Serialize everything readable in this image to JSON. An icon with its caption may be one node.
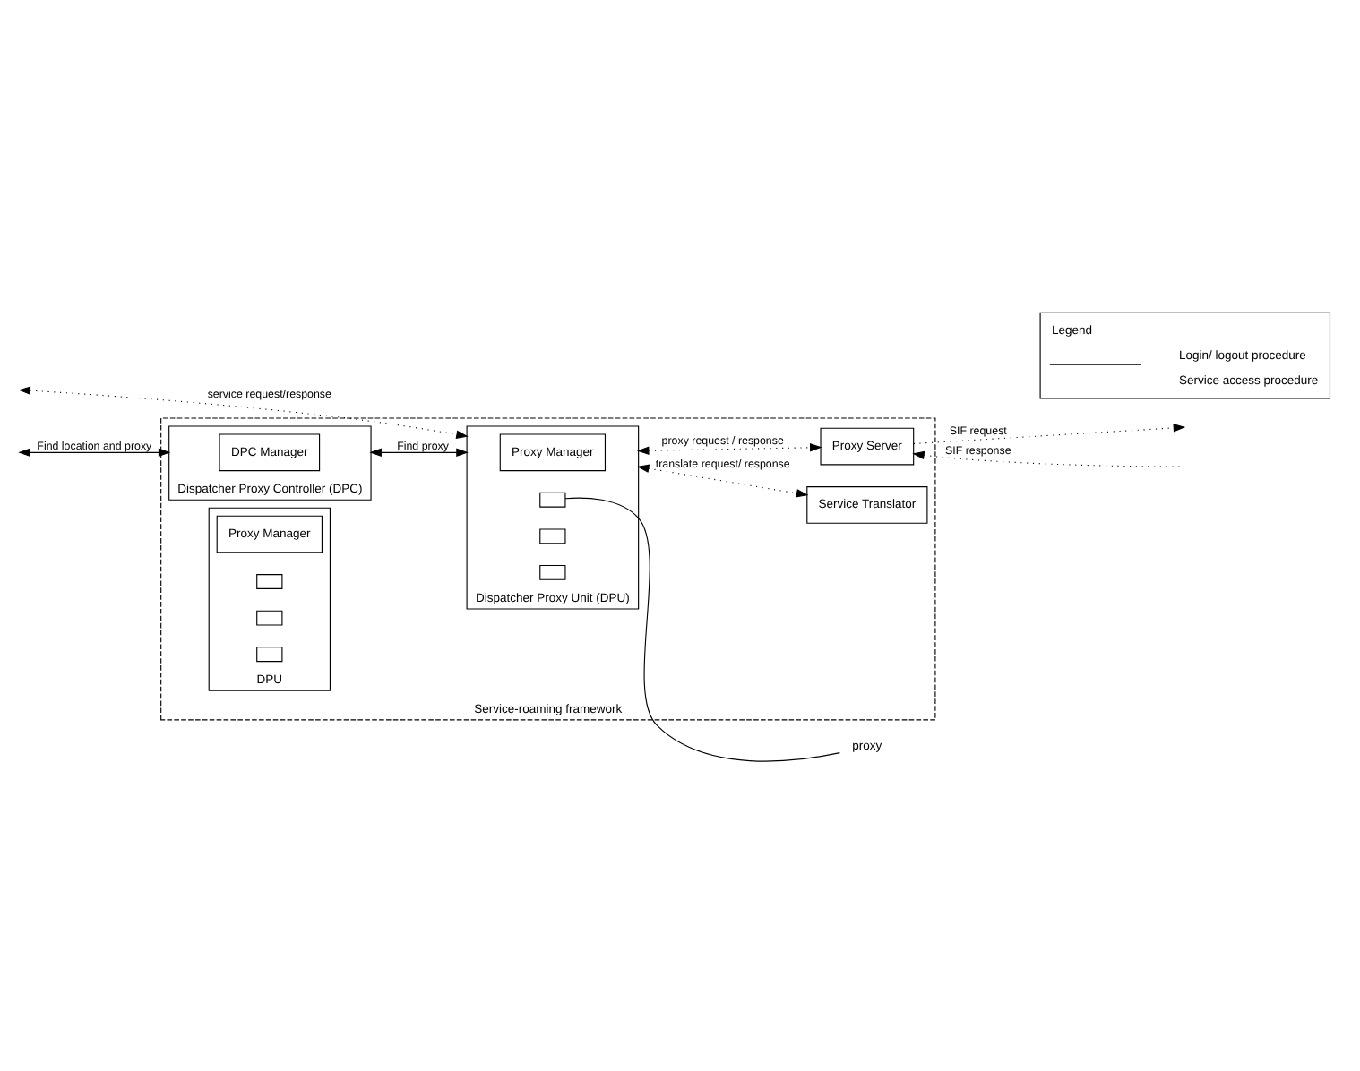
{
  "diagram": {
    "nodes": [
      {
        "text": [
          "Service-roaming framework"
        ]
      },
      {
        "text": [
          "Dispatcher Proxy Controller (DPC)"
        ],
        "in": 0
      },
      {
        "text": [
          "DPC Manager"
        ],
        "in": 1
      },
      {
        "text": [
          "Dispatcher Proxy Unit (DPU)"
        ],
        "in": 0
      },
      {
        "text": [
          "Proxy Manager"
        ],
        "in": 3
      },
      {
        "text": [],
        "shape": "box",
        "in": 3
      },
      {
        "text": [],
        "shape": "box",
        "in": 3
      },
      {
        "text": [],
        "shape": "box",
        "in": 3
      },
      {
        "text": [
          "Service Translator"
        ],
        "in": 0
      },
      {
        "text": [
          "Proxy Server"
        ],
        "in": 0
      },
      {
        "text": [
          "DPU"
        ],
        "in": 0
      },
      {
        "text": [
          "Proxy Manager"
        ],
        "in": 10
      },
      {
        "text": [],
        "shape": "box",
        "in": 10
      },
      {
        "text": [],
        "shape": "box",
        "in": 10
      },
      {
        "text": [],
        "shape": "box",
        "in": 10
      },
      {
        "text": [
          "proxy"
        ]
      }
    ],
    "edges": [
      {
        "from": null,
        "to": 1,
        "arrow": "both",
        "label": "Find location and proxy"
      },
      {
        "from": null,
        "to": 3,
        "arrow": "both",
        "style": "dashed",
        "label": "service request/response"
      },
      {
        "from": 1,
        "to": 3,
        "arrow": "both",
        "label": "Find proxy"
      },
      {
        "from": 15,
        "to": 5,
        "arrow": "none"
      },
      {
        "from": 3,
        "to": 9,
        "arrow": "both",
        "style": "dashed",
        "label": "proxy request / response"
      },
      {
        "from": 3,
        "to": 8,
        "arrow": "both",
        "style": "dashed",
        "label": "translate request/ response"
      },
      {
        "from": 9,
        "to": null,
        "arrow": "to",
        "style": "dashed",
        "label": "SIF request"
      },
      {
        "from": null,
        "to": 9,
        "arrow": "to",
        "style": "dashed",
        "label": "SIF response"
      }
    ],
    "labels": [
      "Legend"
    ],
    "legend": [
      {
        "text": "Login/ logout procedure"
      },
      {
        "text": "Service access procedure"
      }
    ]
  }
}
